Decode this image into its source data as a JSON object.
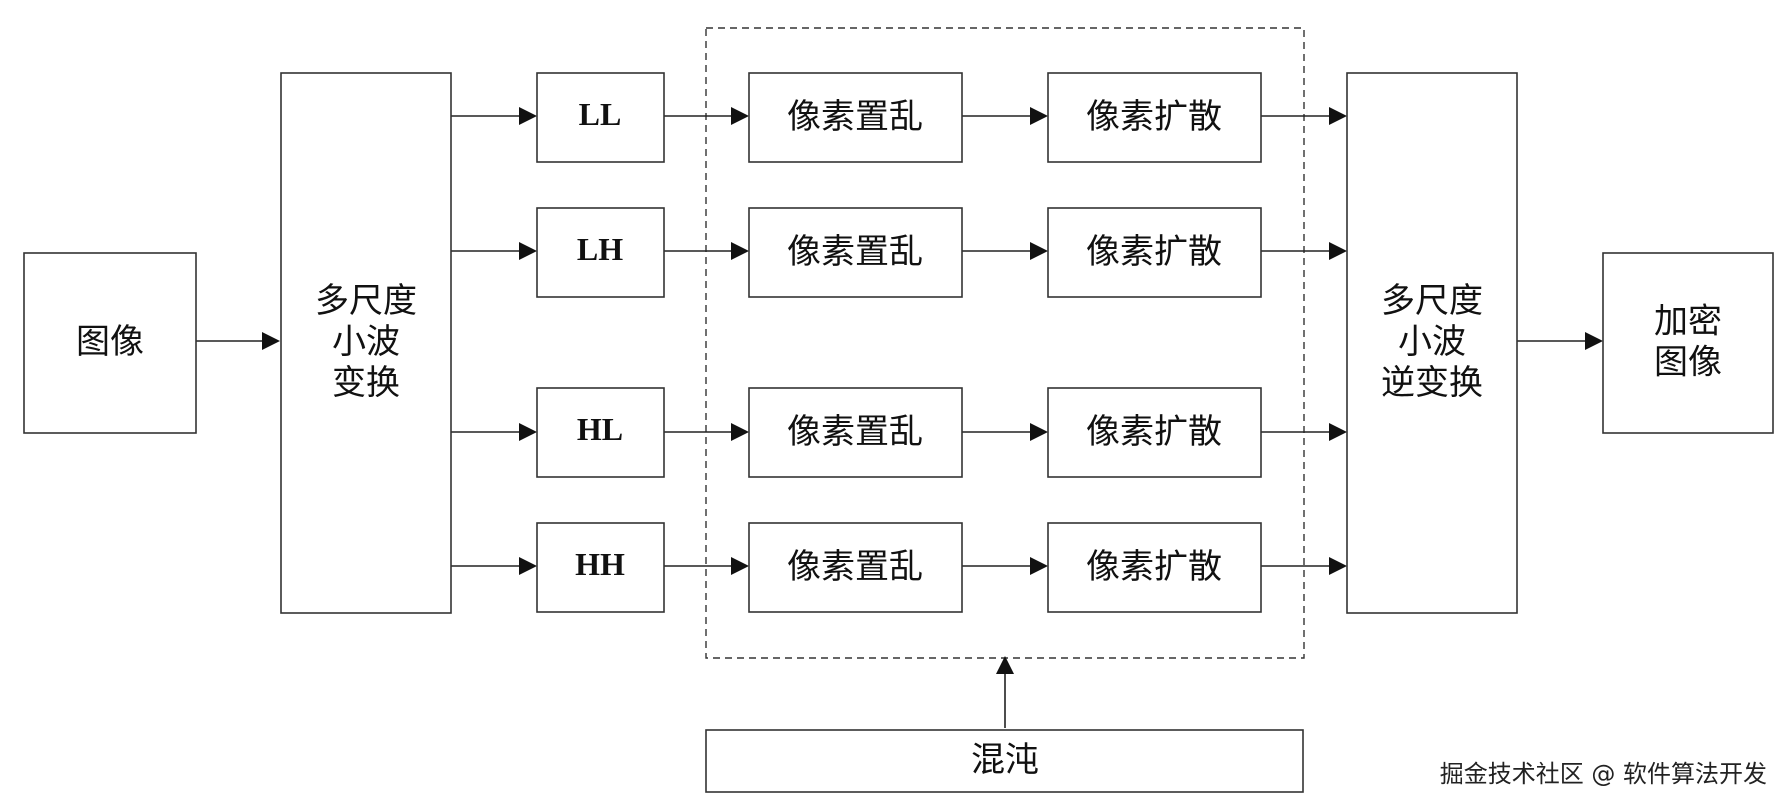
{
  "diagram": {
    "nodes": {
      "image": [
        "图像"
      ],
      "dwt": [
        "多尺度",
        "小波",
        "变换"
      ],
      "band_ll": [
        "LL"
      ],
      "band_lh": [
        "LH"
      ],
      "band_hl": [
        "HL"
      ],
      "band_hh": [
        "HH"
      ],
      "scramble_1": [
        "像素置乱"
      ],
      "scramble_2": [
        "像素置乱"
      ],
      "scramble_3": [
        "像素置乱"
      ],
      "scramble_4": [
        "像素置乱"
      ],
      "diffuse_1": [
        "像素扩散"
      ],
      "diffuse_2": [
        "像素扩散"
      ],
      "diffuse_3": [
        "像素扩散"
      ],
      "diffuse_4": [
        "像素扩散"
      ],
      "idwt": [
        "多尺度",
        "小波",
        "逆变换"
      ],
      "encrypted": [
        "加密",
        "图像"
      ],
      "chaos": [
        "混沌"
      ]
    },
    "edges": [
      [
        "image",
        "dwt"
      ],
      [
        "dwt",
        "band_ll"
      ],
      [
        "dwt",
        "band_lh"
      ],
      [
        "dwt",
        "band_hl"
      ],
      [
        "dwt",
        "band_hh"
      ],
      [
        "band_ll",
        "scramble_1"
      ],
      [
        "band_lh",
        "scramble_2"
      ],
      [
        "band_hl",
        "scramble_3"
      ],
      [
        "band_hh",
        "scramble_4"
      ],
      [
        "scramble_1",
        "diffuse_1"
      ],
      [
        "scramble_2",
        "diffuse_2"
      ],
      [
        "scramble_3",
        "diffuse_3"
      ],
      [
        "scramble_4",
        "diffuse_4"
      ],
      [
        "diffuse_1",
        "idwt"
      ],
      [
        "diffuse_2",
        "idwt"
      ],
      [
        "diffuse_3",
        "idwt"
      ],
      [
        "diffuse_4",
        "idwt"
      ],
      [
        "idwt",
        "encrypted"
      ],
      [
        "chaos",
        "encryption_group"
      ]
    ]
  },
  "watermark": "掘金技术社区 @ 软件算法开发"
}
